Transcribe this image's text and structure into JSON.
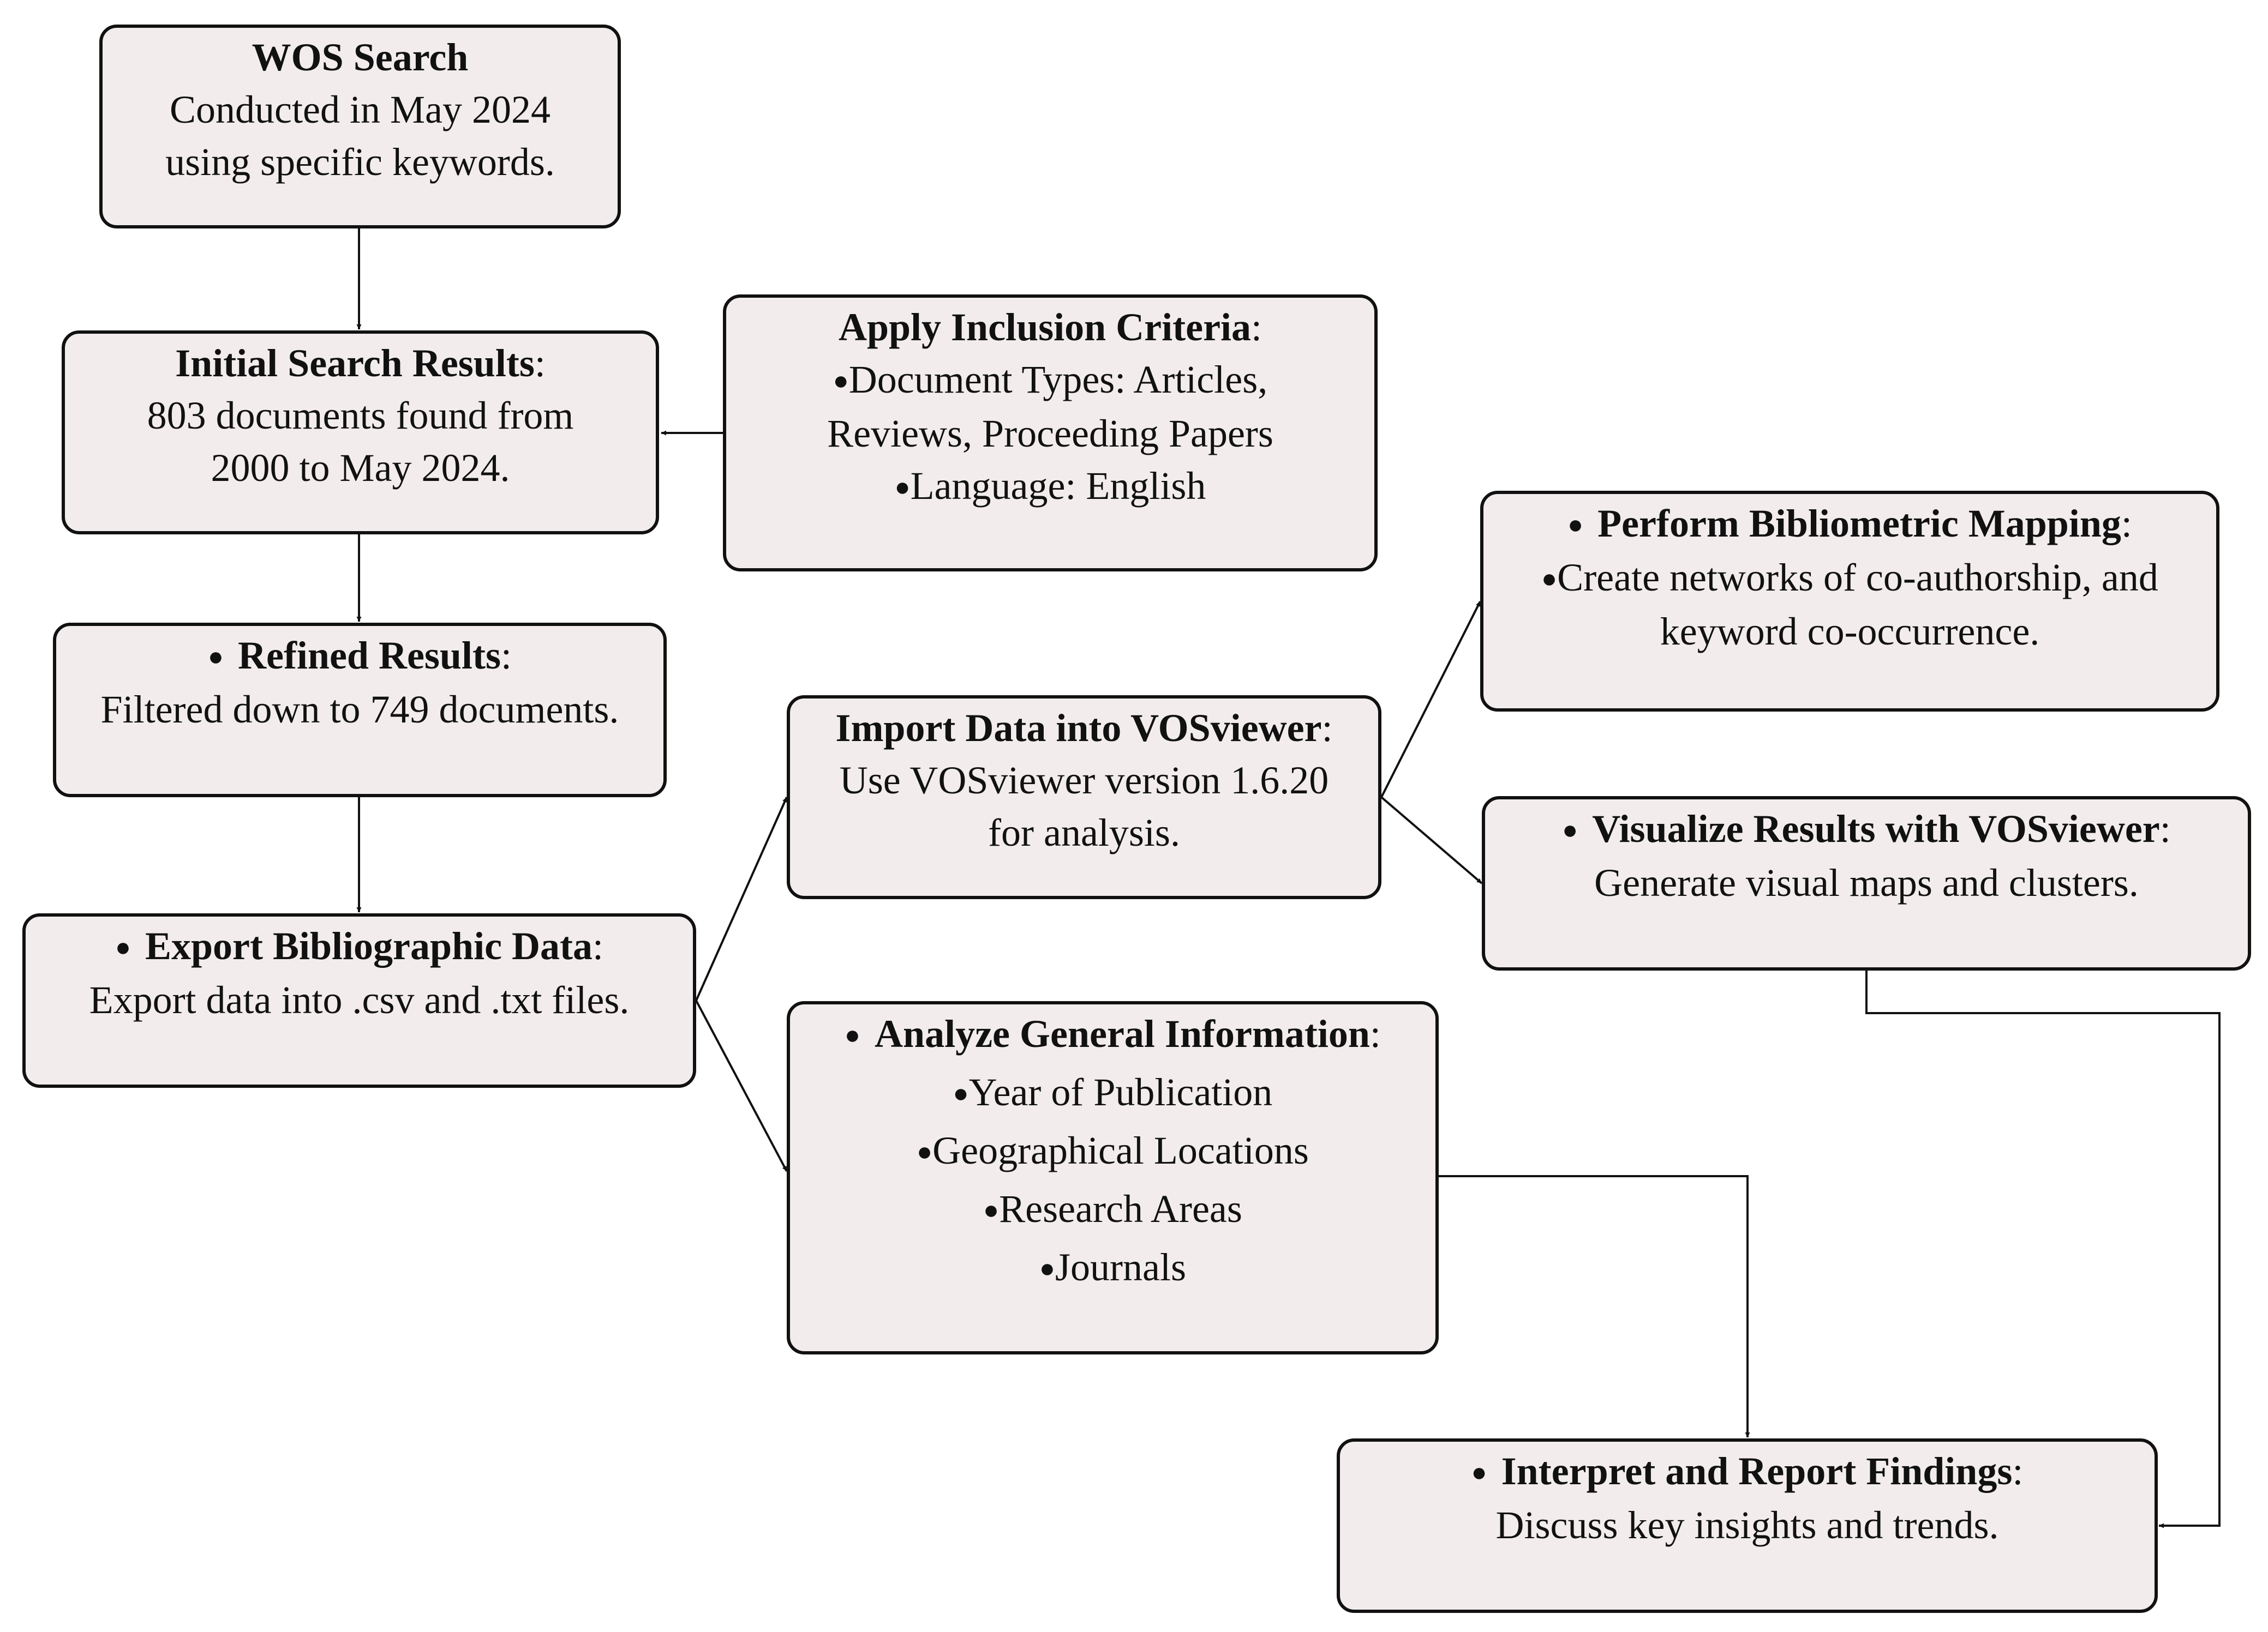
{
  "nodes": {
    "wos": {
      "title": "WOS Search",
      "lines": [
        "Conducted in May 2024",
        "using specific keywords."
      ]
    },
    "initial": {
      "title": "Initial Search Results",
      "lines": [
        "803 documents found from",
        "2000 to May 2024."
      ]
    },
    "criteria": {
      "title": "Apply Inclusion Criteria",
      "items": [
        "Document Types: Articles,",
        "Reviews, Proceeding Papers",
        "Language: English"
      ]
    },
    "refined": {
      "title": "Refined Results",
      "lines": [
        "Filtered down to 749 documents."
      ]
    },
    "export": {
      "title": "Export Bibliographic Data",
      "lines": [
        "Export data into .csv and .txt files."
      ]
    },
    "import": {
      "title": "Import Data into VOSviewer",
      "lines": [
        "Use VOSviewer version 1.6.20",
        "for analysis."
      ]
    },
    "analyze": {
      "title": "Analyze General Information",
      "items": [
        "Year of Publication",
        "Geographical Locations",
        "Research Areas",
        "Journals"
      ]
    },
    "mapping": {
      "title": "Perform Bibliometric Mapping",
      "items": [
        "Create networks of co-authorship, and"
      ],
      "lines": [
        "keyword co-occurrence."
      ]
    },
    "visualize": {
      "title": "Visualize Results with VOSviewer",
      "lines": [
        "Generate visual maps and clusters."
      ]
    },
    "interpret": {
      "title": "Interpret and Report Findings",
      "lines": [
        "Discuss key insights and trends."
      ]
    }
  },
  "edges": [
    {
      "from": "wos",
      "to": "initial"
    },
    {
      "from": "criteria",
      "to": "initial"
    },
    {
      "from": "initial",
      "to": "refined"
    },
    {
      "from": "refined",
      "to": "export"
    },
    {
      "from": "export",
      "to": "import"
    },
    {
      "from": "export",
      "to": "analyze"
    },
    {
      "from": "import",
      "to": "mapping"
    },
    {
      "from": "import",
      "to": "visualize"
    },
    {
      "from": "analyze",
      "to": "interpret"
    },
    {
      "from": "visualize",
      "to": "interpret"
    }
  ],
  "colors": {
    "box_fill": "#f2ecec",
    "stroke": "#111111"
  }
}
